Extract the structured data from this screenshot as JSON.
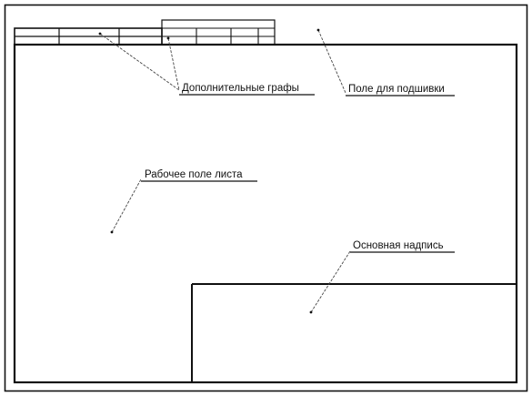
{
  "labels": {
    "additional_columns": "Дополнительные графы",
    "binding_field": "Поле для подшивки",
    "working_field": "Рабочее поле листа",
    "title_block": "Основная надпись"
  },
  "colors": {
    "ink": "#111111",
    "leader": "#444444",
    "background": "#ffffff"
  }
}
